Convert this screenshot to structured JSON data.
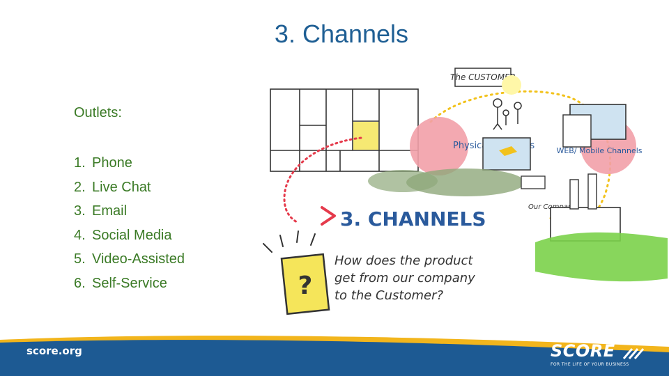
{
  "slide": {
    "title": "3. Channels",
    "outlets_label": "Outlets:",
    "outlets": [
      {
        "num": "1.",
        "label": "Phone"
      },
      {
        "num": "2.",
        "label": "Live Chat"
      },
      {
        "num": "3.",
        "label": "Email"
      },
      {
        "num": "4.",
        "label": "Social Media"
      },
      {
        "num": "5.",
        "label": "Video-Assisted"
      },
      {
        "num": "6.",
        "label": "Self-Service"
      }
    ]
  },
  "sketch": {
    "the_customer": "The CUSTOMER",
    "physical_channels": "Physical Channels",
    "web_mobile_channels": "WEB/ Mobile Channels",
    "channels_heading": "3. CHANNELS",
    "our_company": "Our Company",
    "question_line1": "How does the product",
    "question_line2": "get from our company",
    "question_line3": "to the Customer?"
  },
  "footer": {
    "site": "score.org",
    "logo_word": "SCORE",
    "tagline": "FOR THE LIFE OF YOUR BUSINESS"
  },
  "colors": {
    "title": "#1f5f94",
    "body_text": "#3a7a25",
    "footer_blue": "#1d5a93",
    "footer_yellow": "#f2b51c",
    "sketch_red": "#e53a4b",
    "sketch_blue": "#2a5a9c"
  }
}
